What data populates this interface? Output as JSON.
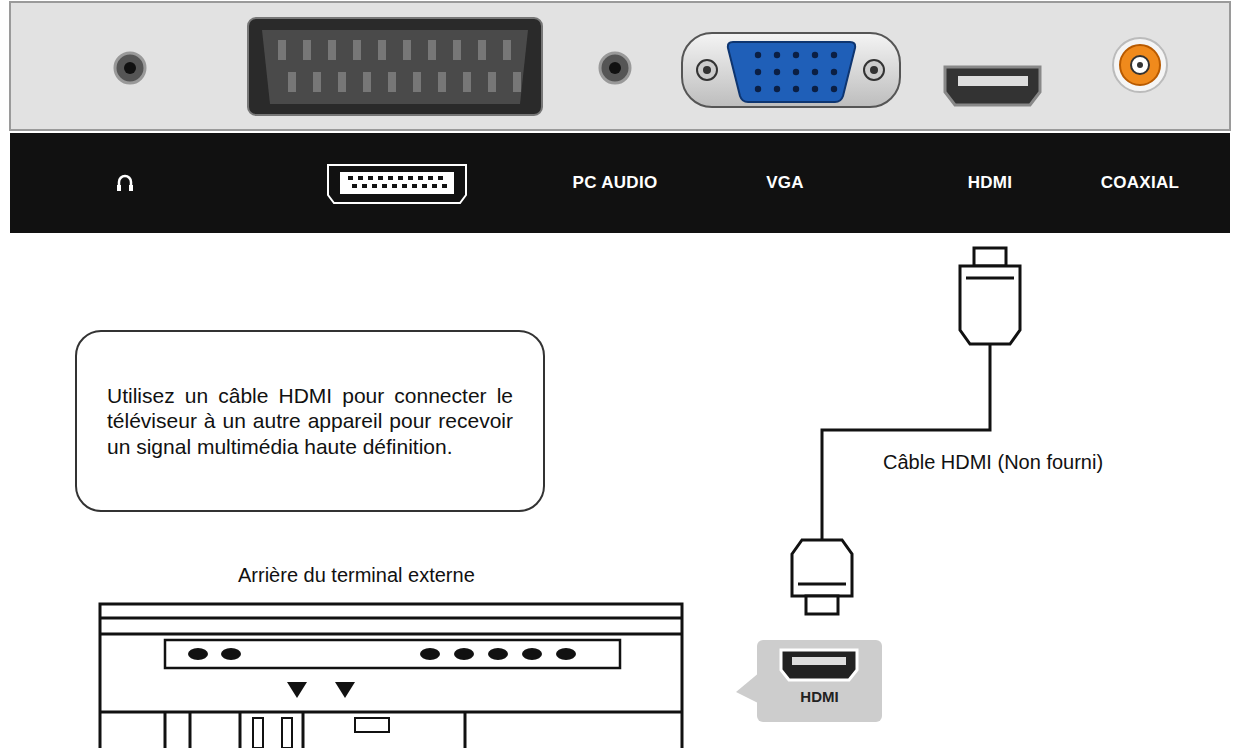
{
  "diagram": {
    "nodes": [
      {
        "text": [
          "Utilisez un câble HDMI pour connecter le téléviseur à un autre appareil pour recevoir un signal multimédia haute définition."
        ]
      },
      {
        "text": [
          "HDMI"
        ]
      }
    ],
    "labels": [
      "PC AUDIO",
      "VGA",
      "HDMI",
      "COAXIAL",
      "Câble HDMI (Non fourni)",
      "Arrière du terminal externe"
    ]
  }
}
